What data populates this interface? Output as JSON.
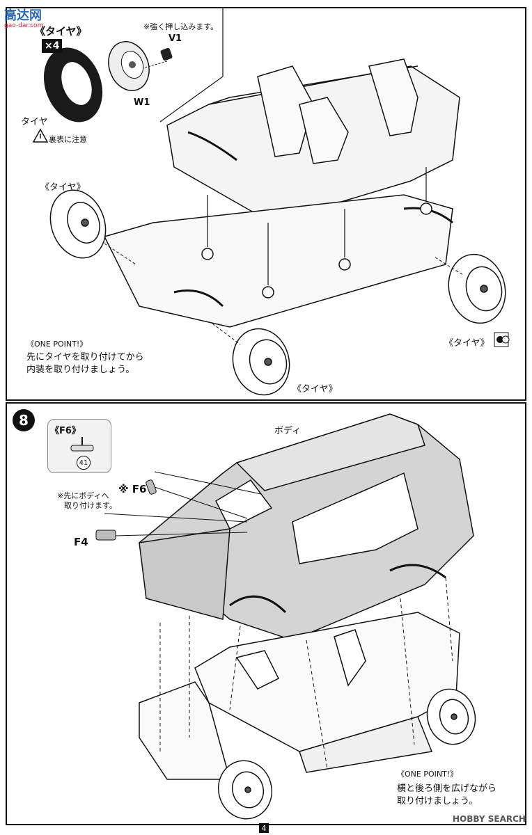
{
  "watermark_top": "高达网",
  "watermark_top_url": "gao-dar.com",
  "step7": {
    "header_tire": "《タイヤ》",
    "note_press": "※強く押し込みます。",
    "mult": "×4",
    "v1": "V1",
    "w1": "W1",
    "tire": "タイヤ",
    "warn": "裏表に注意",
    "tire_tag_left": "《タイヤ》",
    "tire_tag_right": "《タイヤ》",
    "tire_tag_bottom": "《タイヤ》",
    "onepoint_title": "《ONE POINT!》",
    "onepoint_line1": "先にタイヤを取り付けてから",
    "onepoint_line2": "内装を取り付けましょう。"
  },
  "step8": {
    "number": "8",
    "f6_box_title": "《F6》",
    "part41": "41",
    "body_label": "ボディ",
    "note_line1": "※先にボディへ",
    "note_line2": "取り付けます。",
    "f6_label": "※ F6",
    "f4_label": "F4",
    "onepoint_title": "《ONE POINT!》",
    "onepoint_line1": "横と後ろ側を広げながら",
    "onepoint_line2": "取り付けましょう。"
  },
  "page_number": "4",
  "watermark_bottom": "HOBBY SEARCH"
}
